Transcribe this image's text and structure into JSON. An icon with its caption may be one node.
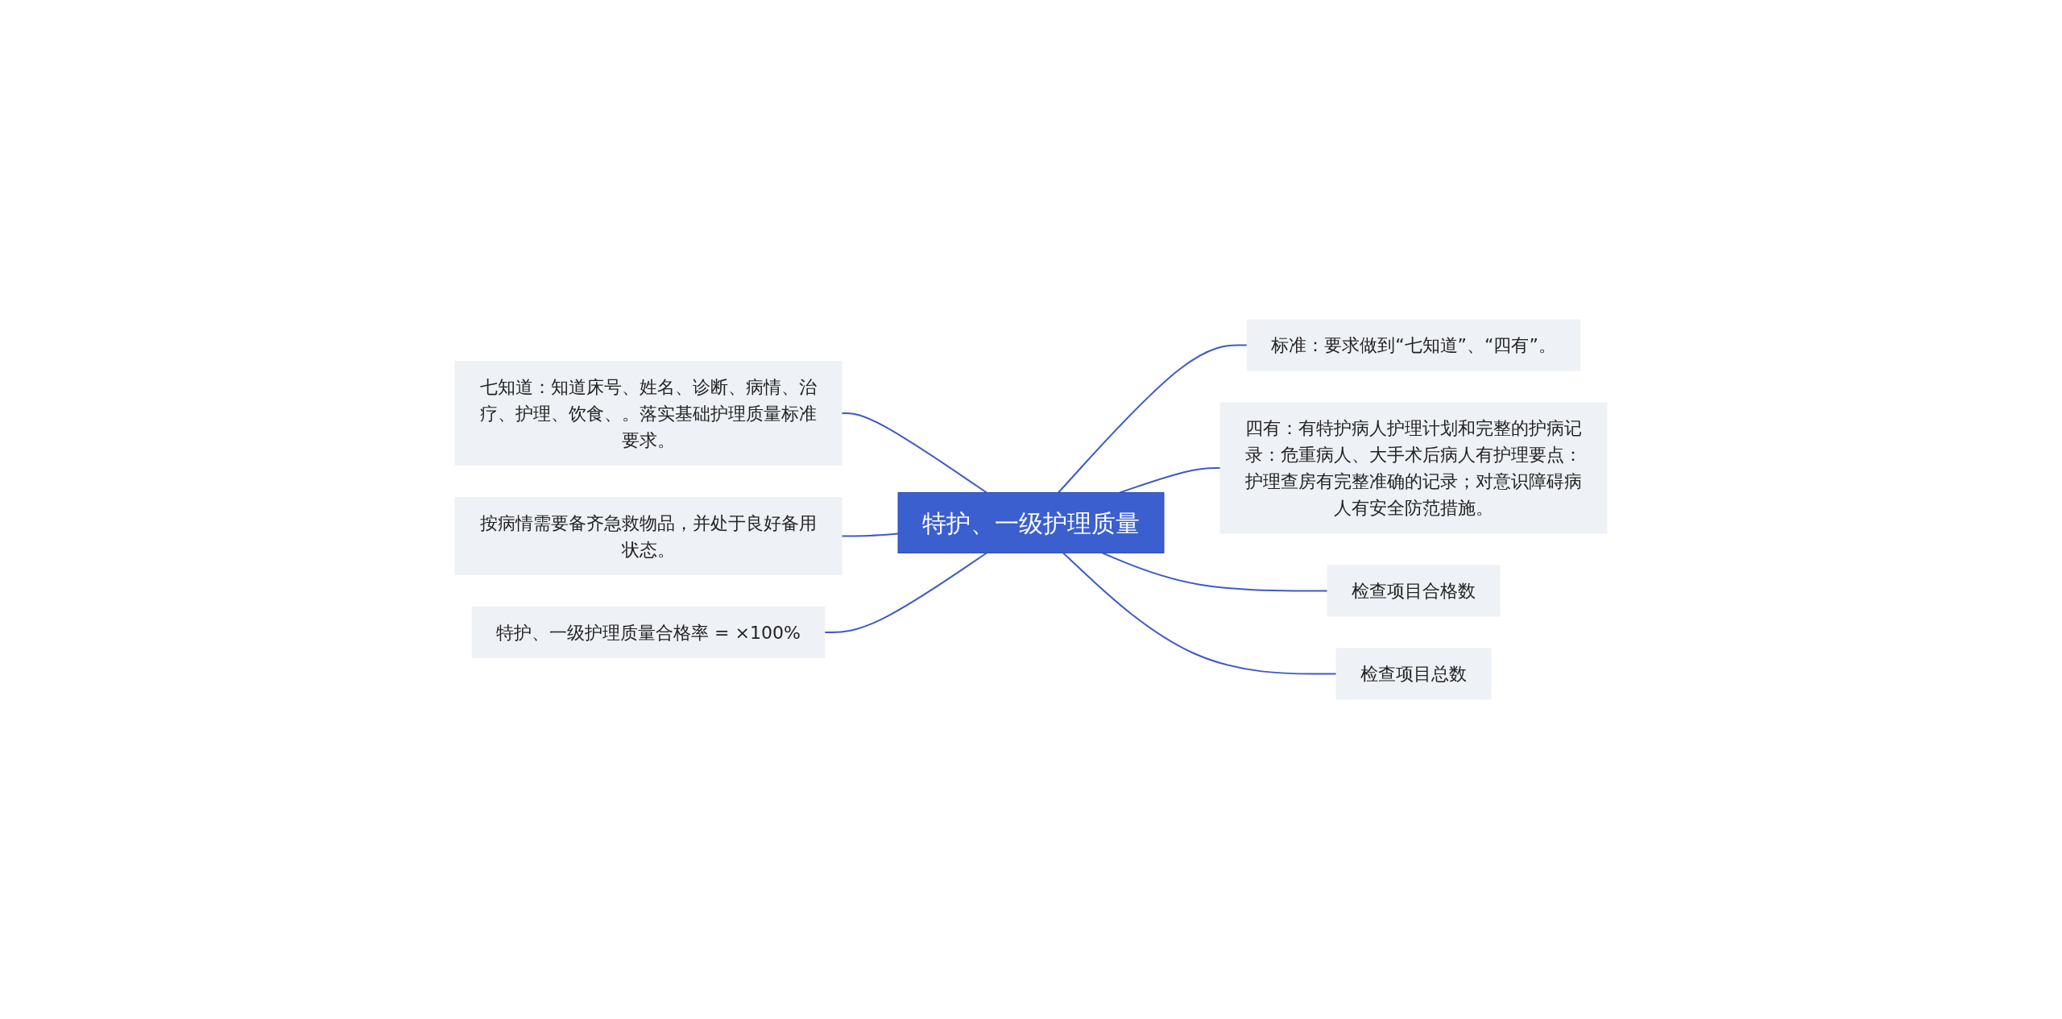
{
  "diagram": {
    "nodes": [
      {
        "text": [
          "特护、一级护理质量"
        ]
      },
      {
        "text": [
          "七知道：知道床号、姓名、诊断、病情、治疗、护理、饮食、。落实基础护理质量标准要求。"
        ]
      },
      {
        "text": [
          "按病情需要备齐急救物品，并处于良好备用状态。"
        ]
      },
      {
        "text": [
          "特护、一级护理质量合格率 = ×100%"
        ]
      },
      {
        "text": [
          "标准：要求做到“七知道”、“四有”。"
        ]
      },
      {
        "text": [
          "四有：有特护病人护理计划和完整的护病记录：危重病人、大手术后病人有护理要点：护理查房有完整准确的记录；对意识障碍病人有安全防范措施。"
        ]
      },
      {
        "text": [
          "检查项目合格数"
        ]
      },
      {
        "text": [
          "检查项目总数"
        ]
      }
    ],
    "edges": [
      {
        "from": 0,
        "to": 1,
        "arrow": "none"
      },
      {
        "from": 0,
        "to": 2,
        "arrow": "none"
      },
      {
        "from": 0,
        "to": 3,
        "arrow": "none"
      },
      {
        "from": 0,
        "to": 4,
        "arrow": "none"
      },
      {
        "from": 0,
        "to": 5,
        "arrow": "none"
      },
      {
        "from": 0,
        "to": 6,
        "arrow": "none"
      },
      {
        "from": 0,
        "to": 7,
        "arrow": "none"
      }
    ]
  }
}
